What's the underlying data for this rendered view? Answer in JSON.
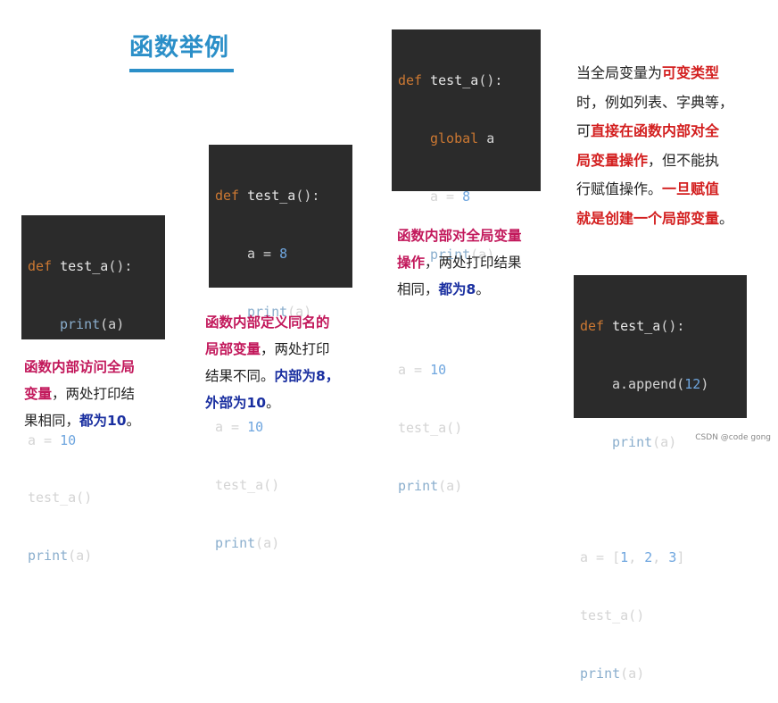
{
  "title": "函数举例",
  "watermark": "CSDN @code gong",
  "example1": {
    "code": {
      "def": "def",
      "fn": "test_a",
      "sig": "():",
      "print_call": "print",
      "print_arg": "(a)",
      "assign": "a = ",
      "assign_val": "10",
      "call": "test_a()",
      "print2_call": "print",
      "print2_arg": "(a)"
    },
    "caption": {
      "hl1": "函数内部访问全局",
      "hl2": "变量",
      "t1": "，两处打印结",
      "t2": "果相同，",
      "hl3": "都为10",
      "t3": "。"
    }
  },
  "example2": {
    "code": {
      "def": "def",
      "fn": "test_a",
      "sig": "():",
      "inner_assign": "a = ",
      "inner_val": "8",
      "print_call": "print",
      "print_arg": "(a)",
      "assign": "a = ",
      "assign_val": "10",
      "call": "test_a()",
      "print2_call": "print",
      "print2_arg": "(a)"
    },
    "caption": {
      "hl1": "函数内部定义同名的",
      "hl2": "局部变量",
      "t1": "，两处打印",
      "t2": "结果不同。",
      "hl3": "内部为8，",
      "hl4": "外部为10",
      "t3": "。"
    }
  },
  "example3": {
    "code": {
      "def": "def",
      "fn": "test_a",
      "sig": "():",
      "global_kw": "global",
      "global_var": " a",
      "inner_assign": "a = ",
      "inner_val": "8",
      "print_call": "print",
      "print_arg": "(a)",
      "assign": "a = ",
      "assign_val": "10",
      "call": "test_a()",
      "print2_call": "print",
      "print2_arg": "(a)"
    },
    "caption": {
      "hl1": "函数内部对全局变量",
      "hl2": "操作",
      "t1": "，两处打印结果",
      "t2": "相同，",
      "hl3": "都为8",
      "t3": "。"
    }
  },
  "example4": {
    "text": {
      "t1": "当全局变量为",
      "hl1": "可变类型",
      "t2": "时，例如列表、字典等，",
      "t3": "可",
      "hl2": "直接在函数内部对全",
      "hl3": "局变量操作",
      "t4": "，但不能执",
      "t5": "行赋值操作。",
      "hl4": "一旦赋值",
      "hl5": "就是创建一个局部变量",
      "t6": "。"
    },
    "code": {
      "def": "def",
      "fn": "test_a",
      "sig": "():",
      "append_pre": "a.append(",
      "append_val": "12",
      "append_post": ")",
      "print_call": "print",
      "print_arg": "(a)",
      "assign": "a = [",
      "v1": "1",
      "sep1": ", ",
      "v2": "2",
      "sep2": ", ",
      "v3": "3",
      "assign_end": "]",
      "call": "test_a()",
      "print2_call": "print",
      "print2_arg": "(a)"
    }
  }
}
